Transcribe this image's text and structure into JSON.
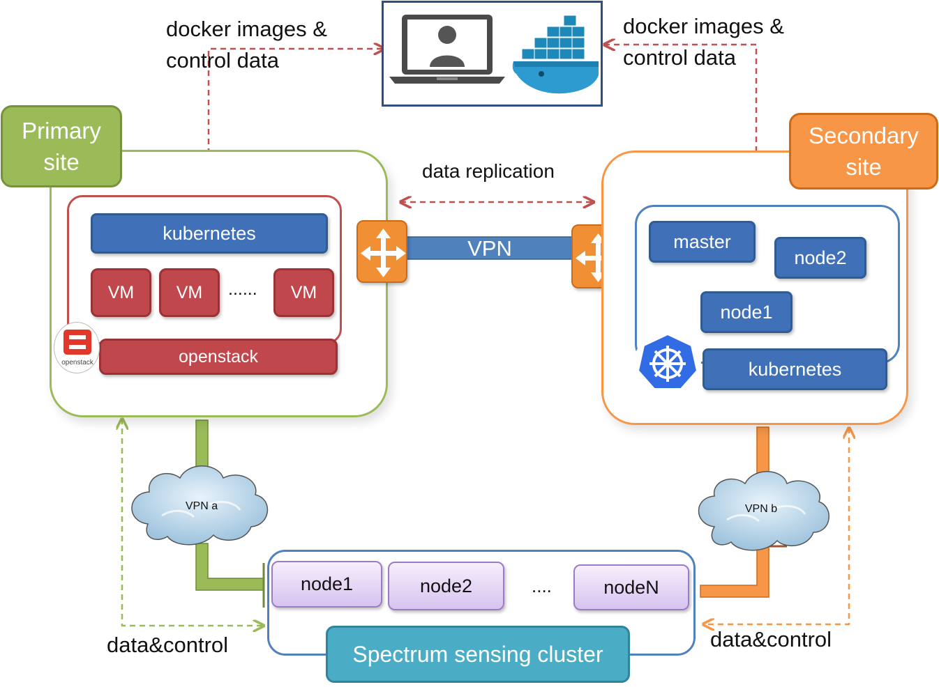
{
  "top_box": {
    "left_label": [
      "docker images &",
      "control data"
    ],
    "right_label": [
      "docker images &",
      "control data"
    ]
  },
  "primary": {
    "title": "Primary site",
    "kubernetes": "kubernetes",
    "vms": [
      "VM",
      "VM",
      "VM"
    ],
    "vm_ellipsis": "......",
    "openstack": "openstack",
    "openstack_logo_text": "openstack"
  },
  "secondary": {
    "title": "Secondary site",
    "master": "master",
    "node2": "node2",
    "node1": "node1",
    "kubernetes": "kubernetes"
  },
  "link": {
    "replication": "data replication",
    "vpn": "VPN"
  },
  "clouds": {
    "a": "VPN a",
    "b": "VPN b"
  },
  "cluster": {
    "nodes": [
      "node1",
      "node2",
      "nodeN"
    ],
    "ellipsis": "....",
    "title": "Spectrum sensing cluster"
  },
  "data_control": {
    "left": "data&control",
    "right": "data&control"
  },
  "colors": {
    "green": "#9bbb59",
    "orange": "#f79646",
    "red_dash": "#c0504d",
    "blue": "#4f81bd",
    "teal": "#4bacc6"
  }
}
